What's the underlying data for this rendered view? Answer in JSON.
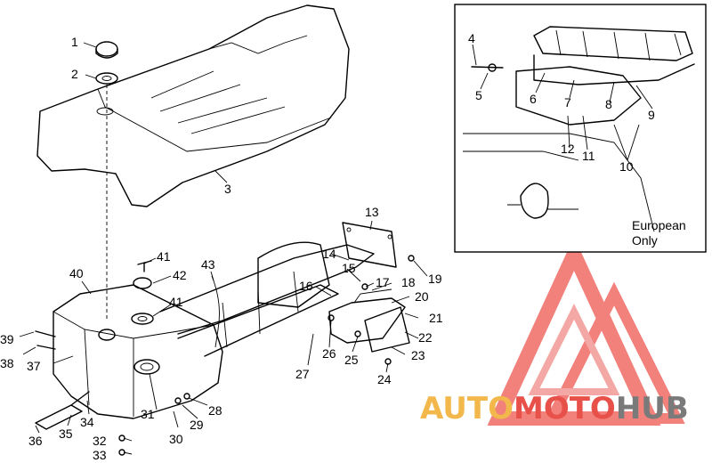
{
  "diagram": {
    "callouts": [
      "1",
      "2",
      "3",
      "4",
      "5",
      "6",
      "7",
      "8",
      "9",
      "10",
      "11",
      "12",
      "13",
      "14",
      "15",
      "16",
      "17",
      "18",
      "19",
      "20",
      "21",
      "22",
      "23",
      "24",
      "25",
      "26",
      "27",
      "28",
      "29",
      "30",
      "31",
      "32",
      "33",
      "34",
      "35",
      "36",
      "37",
      "38",
      "39",
      "40",
      "41",
      "41",
      "42",
      "43"
    ],
    "inset": {
      "note_line1": "European",
      "note_line2": "Only"
    }
  },
  "watermark": {
    "part1": "AUTO",
    "part2": "MOTO",
    "part3": "HUB",
    "colors": {
      "auto": "#f2b84b",
      "moto": "#e8504a",
      "hub": "#7a7a7a",
      "logo": "#f06c66"
    }
  }
}
